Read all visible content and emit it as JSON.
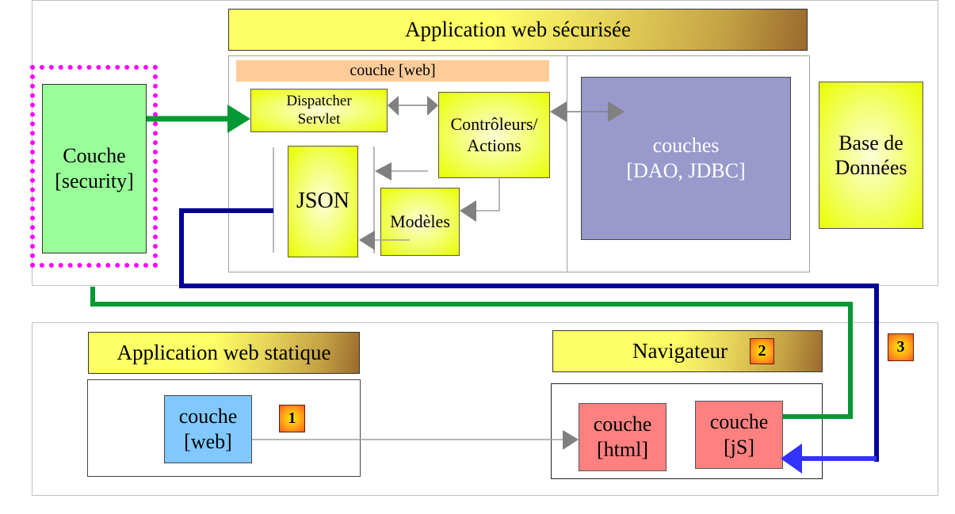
{
  "secure_app": {
    "title": "Application web sécurisée",
    "web_layer_label": "couche [web]",
    "dispatcher": "Dispatcher\nServlet",
    "controllers": "Contrôleurs/\nActions",
    "json": "JSON",
    "models": "Modèles",
    "dao_layer": "couches\n[DAO, JDBC]",
    "database": "Base de\nDonnées"
  },
  "security_layer": "Couche\n[security]",
  "static_app": {
    "title": "Application web statique",
    "web_layer": "couche\n[web]",
    "badge": "1"
  },
  "browser": {
    "title": "Navigateur",
    "badge": "2",
    "html_layer": "couche\n[html]",
    "js_layer": "couche\n[jS]"
  },
  "flow_badge": "3",
  "colors": {
    "green_flow": "#009933",
    "blue_flow": "#000099",
    "blue_arrow": "#3333ff",
    "security_border": "#ff00ff",
    "security_fill": "#99ff99",
    "dao_fill": "#9999cc",
    "static_web_fill": "#80c8ff",
    "browser_layer_fill": "#ff8080",
    "web_label_fill": "#ffcc99",
    "gray_arrow": "#808080"
  }
}
